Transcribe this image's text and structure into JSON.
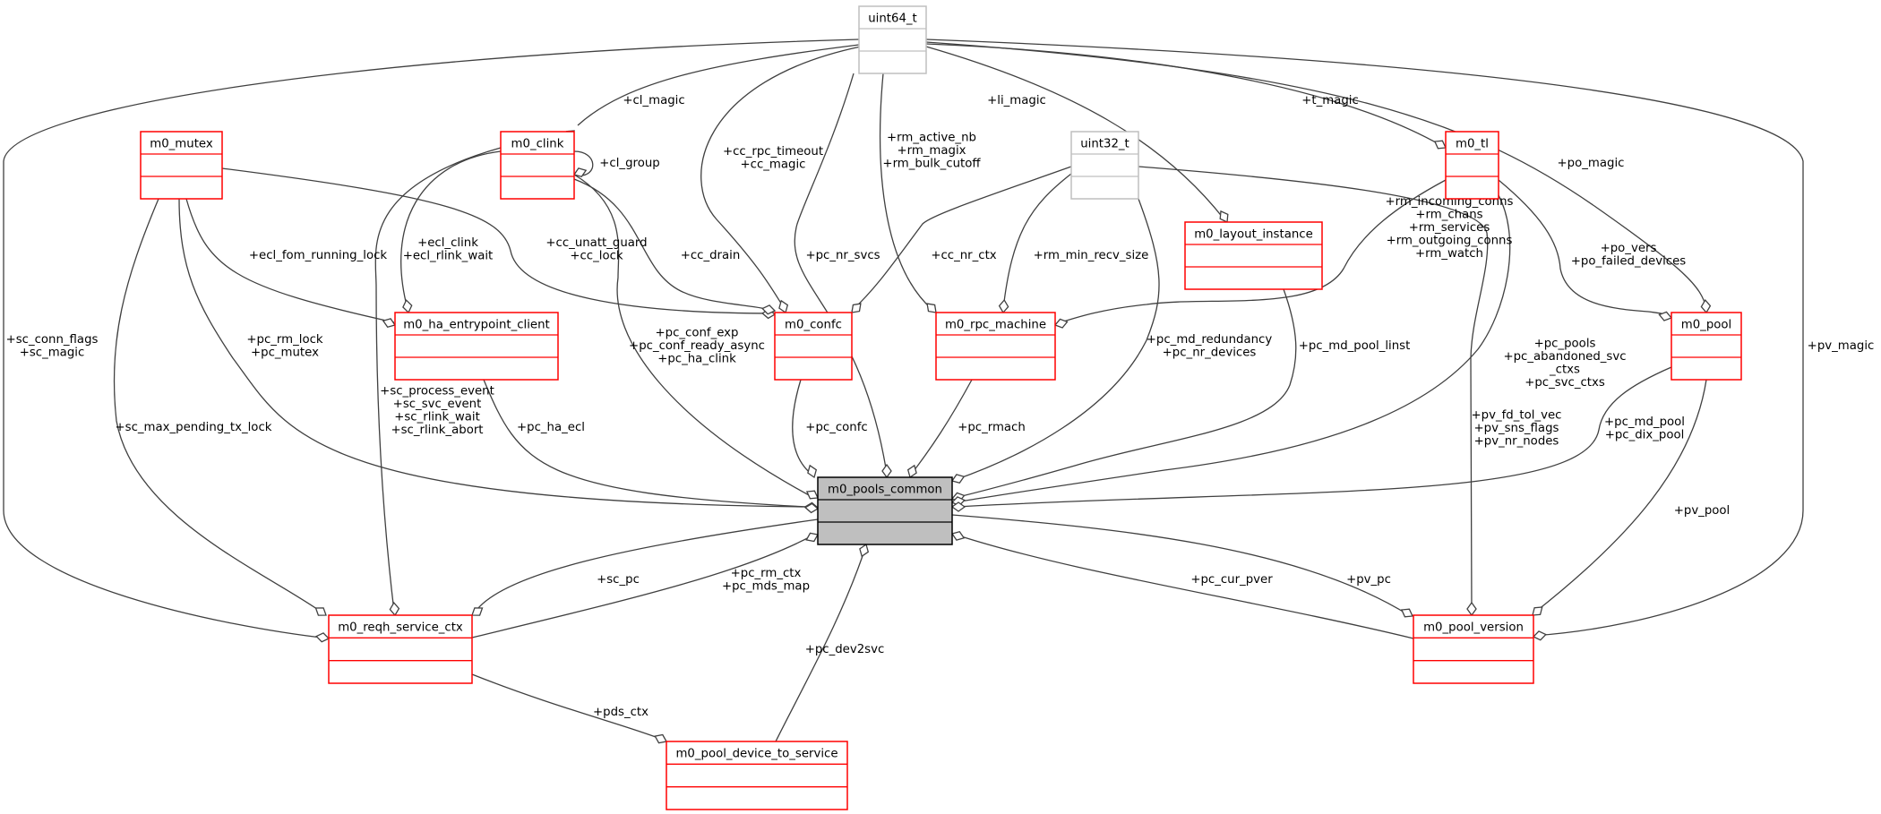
{
  "diagram": {
    "title": "m0_pools_common collaboration diagram",
    "focus_class": "m0_pools_common",
    "classes": [
      {
        "id": "uint64_t",
        "name": "uint64_t",
        "style": "builtin"
      },
      {
        "id": "m0_mutex",
        "name": "m0_mutex",
        "style": "class"
      },
      {
        "id": "m0_clink",
        "name": "m0_clink",
        "style": "class"
      },
      {
        "id": "uint32_t",
        "name": "uint32_t",
        "style": "builtin"
      },
      {
        "id": "m0_tl",
        "name": "m0_tl",
        "style": "class"
      },
      {
        "id": "m0_layout_instance",
        "name": "m0_layout_instance",
        "style": "class"
      },
      {
        "id": "m0_ha_entrypoint_client",
        "name": "m0_ha_entrypoint_client",
        "style": "class"
      },
      {
        "id": "m0_confc",
        "name": "m0_confc",
        "style": "class"
      },
      {
        "id": "m0_rpc_machine",
        "name": "m0_rpc_machine",
        "style": "class"
      },
      {
        "id": "m0_pool",
        "name": "m0_pool",
        "style": "class"
      },
      {
        "id": "m0_pools_common",
        "name": "m0_pools_common",
        "style": "focus"
      },
      {
        "id": "m0_reqh_service_ctx",
        "name": "m0_reqh_service_ctx",
        "style": "class"
      },
      {
        "id": "m0_pool_version",
        "name": "m0_pool_version",
        "style": "class"
      },
      {
        "id": "m0_pool_device_to_service",
        "name": "m0_pool_device_to_service",
        "style": "class"
      }
    ],
    "edges": [
      {
        "from": "uint64_t",
        "to": "m0_clink",
        "labels": [
          "+cl_magic"
        ]
      },
      {
        "from": "m0_clink",
        "to": "m0_clink",
        "labels": [
          "+cl_group"
        ]
      },
      {
        "from": "uint64_t",
        "to": "m0_confc",
        "labels": [
          "+cc_rpc_timeout",
          "+cc_magic"
        ]
      },
      {
        "from": "uint64_t",
        "to": "m0_rpc_machine",
        "labels": [
          "+rm_active_nb",
          "+rm_magix",
          "+rm_bulk_cutoff"
        ]
      },
      {
        "from": "uint64_t",
        "to": "m0_layout_instance",
        "labels": [
          "+li_magic"
        ]
      },
      {
        "from": "uint64_t",
        "to": "m0_tl",
        "labels": [
          "+t_magic"
        ]
      },
      {
        "from": "uint64_t",
        "to": "m0_pool",
        "labels": [
          "+po_magic"
        ]
      },
      {
        "from": "uint64_t",
        "to": "m0_pool_version",
        "labels": [
          "+pv_magic"
        ]
      },
      {
        "from": "uint64_t",
        "to": "m0_reqh_service_ctx",
        "labels": [
          "+sc_conn_flags",
          "+sc_magic"
        ]
      },
      {
        "from": "uint64_t",
        "to": "m0_pools_common",
        "labels": [
          "+pc_nr_svcs"
        ]
      },
      {
        "from": "m0_mutex",
        "to": "m0_ha_entrypoint_client",
        "labels": [
          "+ecl_fom_running_lock"
        ]
      },
      {
        "from": "m0_clink",
        "to": "m0_ha_entrypoint_client",
        "labels": [
          "+ecl_clink",
          "+ecl_rlink_wait"
        ]
      },
      {
        "from": "m0_mutex",
        "to": "m0_confc",
        "labels": [
          "+cc_unatt_guard",
          "+cc_lock"
        ]
      },
      {
        "from": "m0_clink",
        "to": "m0_confc",
        "labels": [
          "+cc_drain"
        ]
      },
      {
        "from": "uint32_t",
        "to": "m0_confc",
        "labels": [
          "+cc_nr_ctx"
        ]
      },
      {
        "from": "uint32_t",
        "to": "m0_rpc_machine",
        "labels": [
          "+rm_min_recv_size"
        ]
      },
      {
        "from": "m0_tl",
        "to": "m0_rpc_machine",
        "labels": [
          "+rm_incoming_conns",
          "+rm_chans",
          "+rm_services",
          "+rm_outgoing_conns",
          "+rm_watch"
        ]
      },
      {
        "from": "m0_tl",
        "to": "m0_pool",
        "labels": [
          "+po_vers",
          "+po_failed_devices"
        ]
      },
      {
        "from": "m0_mutex",
        "to": "m0_pools_common",
        "labels": [
          "+pc_rm_lock",
          "+pc_mutex"
        ]
      },
      {
        "from": "m0_clink",
        "to": "m0_pools_common",
        "labels": [
          "+pc_conf_exp",
          "+pc_conf_ready_async",
          "+pc_ha_clink"
        ]
      },
      {
        "from": "m0_mutex",
        "to": "m0_reqh_service_ctx",
        "labels": [
          "+sc_max_pending_tx_lock"
        ]
      },
      {
        "from": "m0_clink",
        "to": "m0_reqh_service_ctx",
        "labels": [
          "+sc_process_event",
          "+sc_svc_event",
          "+sc_rlink_wait",
          "+sc_rlink_abort"
        ]
      },
      {
        "from": "m0_ha_entrypoint_client",
        "to": "m0_pools_common",
        "labels": [
          "+pc_ha_ecl"
        ]
      },
      {
        "from": "m0_confc",
        "to": "m0_pools_common",
        "labels": [
          "+pc_confc"
        ]
      },
      {
        "from": "m0_rpc_machine",
        "to": "m0_pools_common",
        "labels": [
          "+pc_rmach"
        ]
      },
      {
        "from": "uint32_t",
        "to": "m0_pools_common",
        "labels": [
          "+pc_md_redundancy",
          "+pc_nr_devices"
        ]
      },
      {
        "from": "m0_layout_instance",
        "to": "m0_pools_common",
        "labels": [
          "+pc_md_pool_linst"
        ]
      },
      {
        "from": "m0_tl",
        "to": "m0_pools_common",
        "labels": [
          "+pc_pools",
          "+pc_abandoned_svc",
          "_ctxs",
          "+pc_svc_ctxs"
        ]
      },
      {
        "from": "uint32_t",
        "to": "m0_pool_version",
        "labels": [
          "+pv_fd_tol_vec",
          "+pv_sns_flags",
          "+pv_nr_nodes"
        ]
      },
      {
        "from": "m0_pool",
        "to": "m0_pools_common",
        "labels": [
          "+pc_md_pool",
          "+pc_dix_pool"
        ]
      },
      {
        "from": "m0_pool",
        "to": "m0_pool_version",
        "labels": [
          "+pv_pool"
        ]
      },
      {
        "from": "m0_pools_common",
        "to": "m0_reqh_service_ctx",
        "labels": [
          "+sc_pc"
        ]
      },
      {
        "from": "m0_reqh_service_ctx",
        "to": "m0_pools_common",
        "labels": [
          "+pc_rm_ctx",
          "+pc_mds_map"
        ]
      },
      {
        "from": "m0_pool_device_to_service",
        "to": "m0_pools_common",
        "labels": [
          "+pc_dev2svc"
        ]
      },
      {
        "from": "m0_pool_version",
        "to": "m0_pools_common",
        "labels": [
          "+pc_cur_pver"
        ]
      },
      {
        "from": "m0_pools_common",
        "to": "m0_pool_version",
        "labels": [
          "+pv_pc"
        ]
      },
      {
        "from": "m0_reqh_service_ctx",
        "to": "m0_pool_device_to_service",
        "labels": [
          "+pds_ctx"
        ]
      }
    ]
  }
}
